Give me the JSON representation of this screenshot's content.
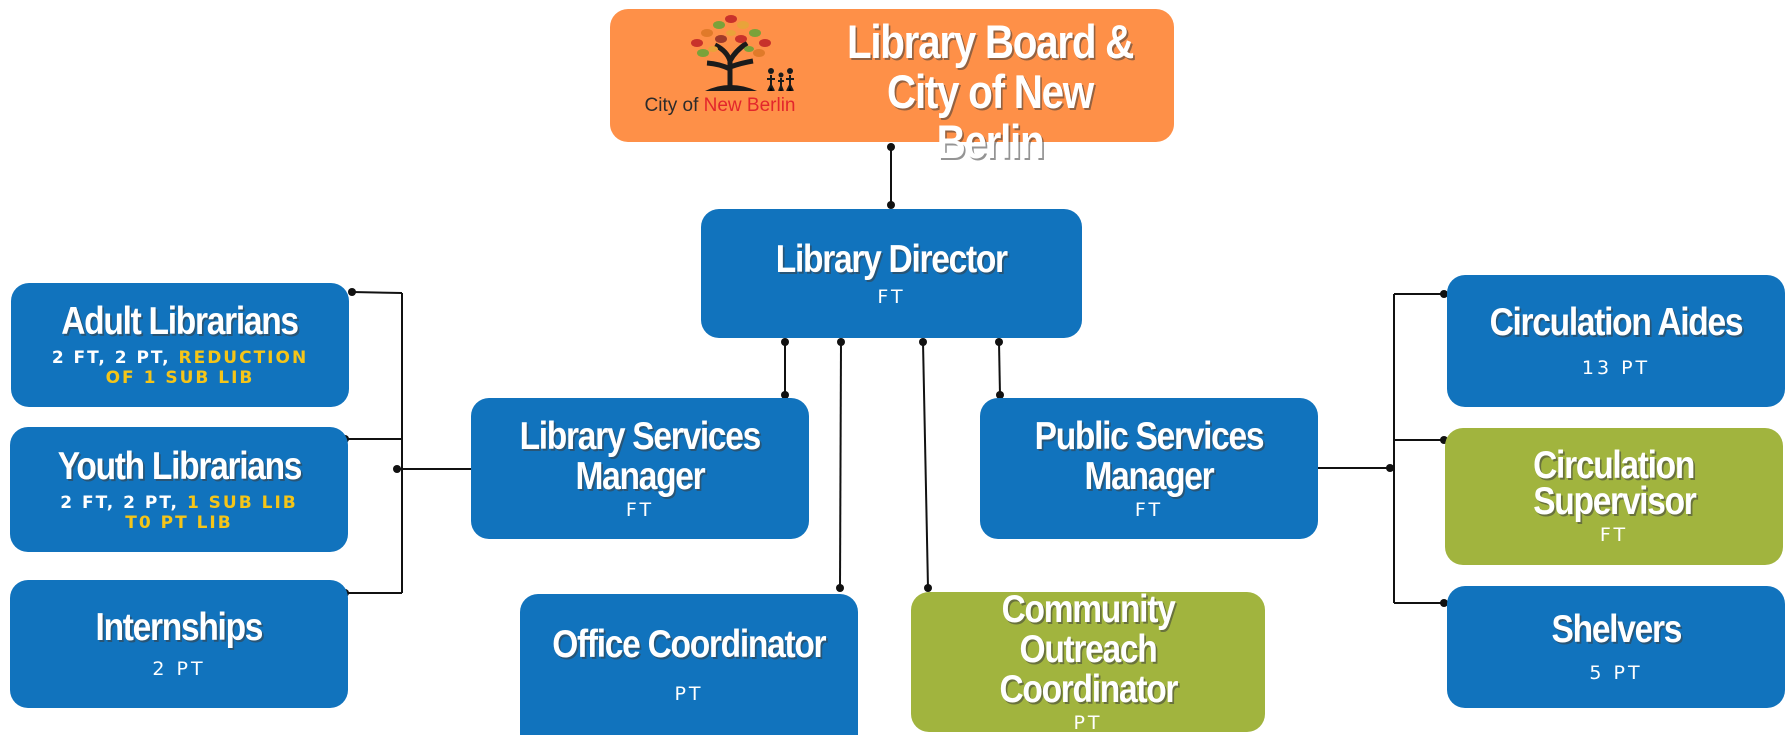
{
  "board": {
    "title_line1": "Library Board &",
    "title_line2": "City of New Berlin",
    "logo_text_a": "City of ",
    "logo_text_b": "New Berlin"
  },
  "director": {
    "title": "Library Director",
    "status": "FT"
  },
  "library_services_manager": {
    "title_line1": "Library Services",
    "title_line2": "Manager",
    "status": "FT"
  },
  "public_services_manager": {
    "title_line1": "Public Services",
    "title_line2": "Manager",
    "status": "FT"
  },
  "office_coordinator": {
    "title": "Office Coordinator",
    "status": "PT"
  },
  "community_outreach": {
    "title_line1": "Community Outreach",
    "title_line2": "Coordinator",
    "status": "PT"
  },
  "adult_librarians": {
    "title": "Adult Librarians",
    "status_a": "2 FT, 2 PT, ",
    "status_b": "REDUCTION",
    "status_c": "OF 1 SUB LIB"
  },
  "youth_librarians": {
    "title": "Youth Librarians",
    "status_a": "2 FT, 2 PT, ",
    "status_b": "1 SUB LIB",
    "status_c": "T0 PT LIB"
  },
  "internships": {
    "title": "Internships",
    "status": "2 PT"
  },
  "circulation_aides": {
    "title": "Circulation Aides",
    "status": "13 PT"
  },
  "circulation_supervisor": {
    "title_line1": "Circulation",
    "title_line2": "Supervisor",
    "status": "FT"
  },
  "shelvers": {
    "title": "Shelvers",
    "status": "5 PT"
  },
  "colors": {
    "blue": "#1173bd",
    "green": "#a1b43e",
    "orange": "#fe9048",
    "highlight": "#f5c518"
  }
}
